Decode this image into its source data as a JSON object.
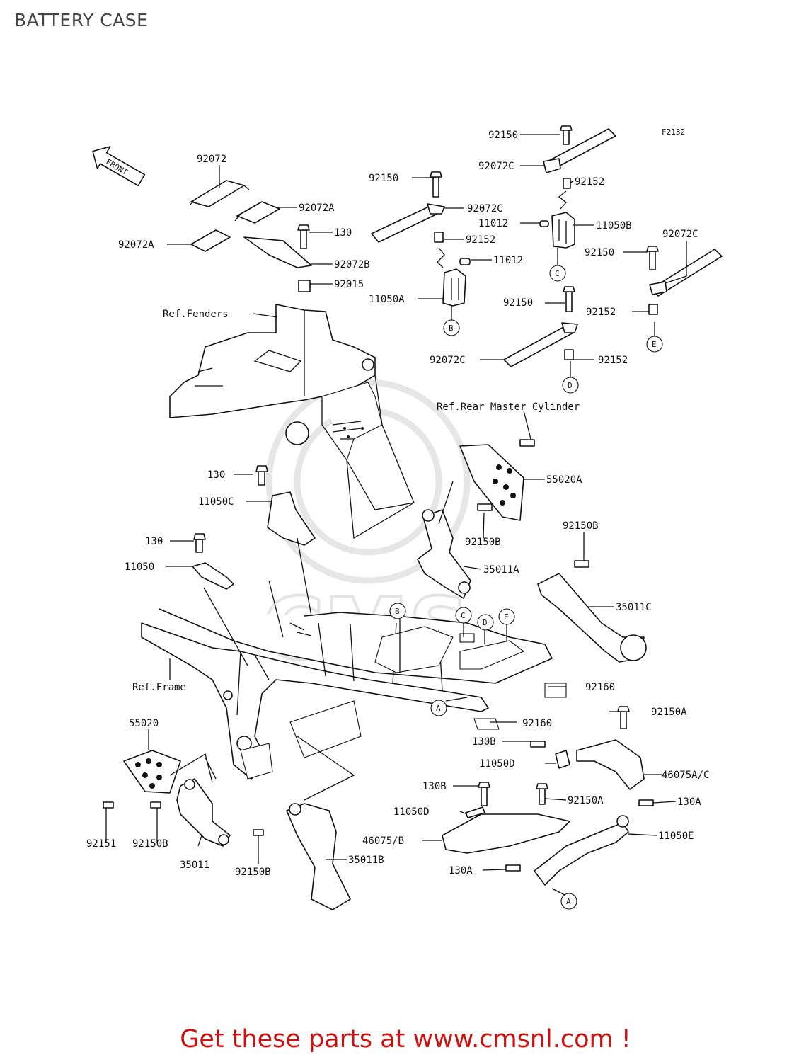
{
  "page": {
    "title": "BATTERY CASE",
    "footer": "Get these parts at www.cmsnl.com !"
  },
  "diagram": {
    "code": "F2132",
    "front_arrow": "FRONT",
    "callouts": {
      "B": "B",
      "C": "C",
      "D": "D",
      "E": "E",
      "A": "A"
    },
    "refs": {
      "fenders": "Ref.Fenders",
      "rear_master": "Ref.Rear Master Cylinder",
      "frame": "Ref.Frame"
    },
    "labels": {
      "l_92150_top": "92150",
      "l_92072c_top": "92072C",
      "l_92152_top": "92152",
      "l_92150_mid": "92150",
      "l_92072c_mid": "92072C",
      "l_92152_mid": "92152",
      "l_11012_a": "11012",
      "l_11050b": "11050B",
      "l_11012_b": "11012",
      "l_11050a": "11050A",
      "l_92072": "92072",
      "l_92072a_1": "92072A",
      "l_92072a_2": "92072A",
      "l_130_top": "130",
      "l_92072b": "92072B",
      "l_92015": "92015",
      "l_92072c_right": "92072C",
      "l_92150_right": "92150",
      "l_92152_right": "92152",
      "l_92150_d": "92150",
      "l_92072c_d": "92072C",
      "l_92152_d": "92152",
      "l_55020a": "55020A",
      "l_130_b": "130",
      "l_11050c": "11050C",
      "l_92150b_1": "92150B",
      "l_92150b_2": "92150B",
      "l_130_c": "130",
      "l_11050": "11050",
      "l_35011a": "35011A",
      "l_35011c": "35011C",
      "l_92160_1": "92160",
      "l_92160_2": "92160",
      "l_92150a_1": "92150A",
      "l_55020": "55020",
      "l_130b_1": "130B",
      "l_11050d_1": "11050D",
      "l_46075ac": "46075A/C",
      "l_130b_2": "130B",
      "l_92150a_2": "92150A",
      "l_130a_1": "130A",
      "l_11050d_2": "11050D",
      "l_46075b": "46075/B",
      "l_11050e": "11050E",
      "l_130a_2": "130A",
      "l_92151": "92151",
      "l_92150b_3": "92150B",
      "l_35011": "35011",
      "l_92150b_4": "92150B",
      "l_35011b": "35011B"
    }
  },
  "colors": {
    "footer": "#cc1111",
    "title": "#444444",
    "ink": "#111111",
    "watermark": "#e4e4e4"
  }
}
